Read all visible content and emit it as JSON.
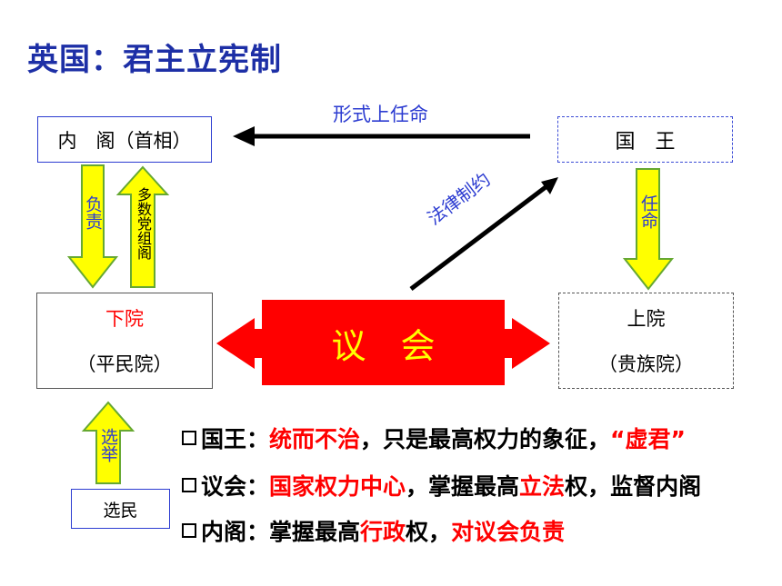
{
  "title": "英国：君主立宪制",
  "nodes": {
    "cabinet": "内　阁（首相）",
    "king": "国　王",
    "lower_house": "下院",
    "lower_house_sub": "（平民院）",
    "parliament": "议　会",
    "upper_house": "上院",
    "upper_house_sub": "（贵族院）",
    "voters": "选民"
  },
  "edges": {
    "formal_appoint": "形式上任命",
    "legal_constraint": "法律制约",
    "responsible": "负责",
    "majority_party_forms": "多数党组阁",
    "appoint": "任命",
    "elect": "选举"
  },
  "points": [
    {
      "prefix": "国王：",
      "parts": [
        {
          "text": "统而不治",
          "color": "red"
        },
        {
          "text": "，只是最高权力的象征，",
          "color": "black"
        },
        {
          "text": "“虚君”",
          "color": "red"
        }
      ]
    },
    {
      "prefix": "议会：",
      "parts": [
        {
          "text": "国家权力中心",
          "color": "red"
        },
        {
          "text": "，掌握最高",
          "color": "black"
        },
        {
          "text": "立法",
          "color": "red"
        },
        {
          "text": "权，监督内阁",
          "color": "black"
        }
      ]
    },
    {
      "prefix": "内阁：",
      "parts": [
        {
          "text": "掌握最高",
          "color": "black"
        },
        {
          "text": "行政",
          "color": "red"
        },
        {
          "text": "权，",
          "color": "black"
        },
        {
          "text": "对议会负责",
          "color": "red"
        }
      ]
    }
  ],
  "colors": {
    "title": "#1d2fa6",
    "accent_red": "#ff0000",
    "arrow_yellow": "#ffff00",
    "arrow_green": "#66a832"
  }
}
